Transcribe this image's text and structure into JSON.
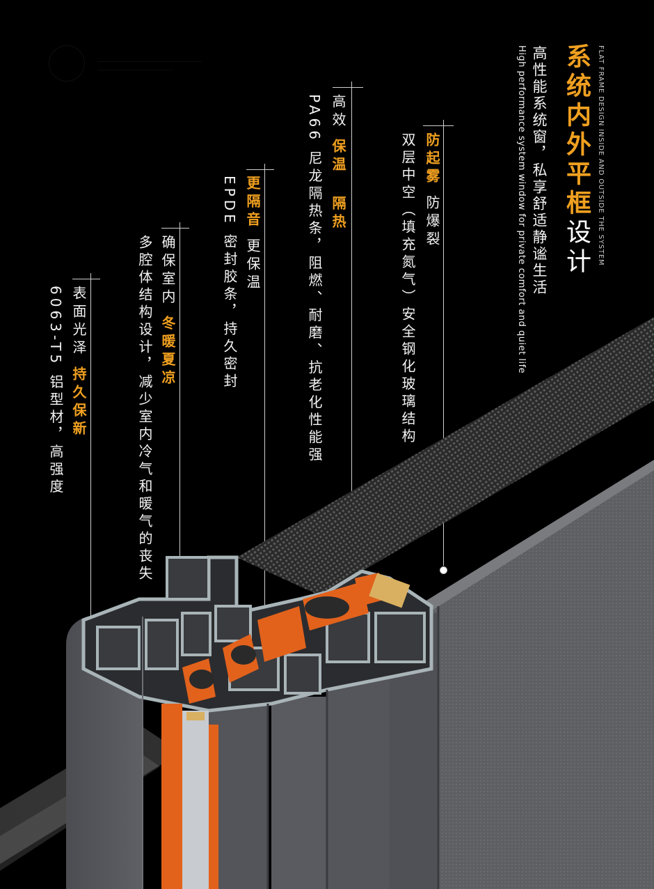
{
  "brand": {
    "logo_text": ""
  },
  "header": {
    "tag_en": "FLAT FRAME DESIGN INSIDE AND OUTSIDE THE SYSTEM",
    "title_bold": "系统内外平框",
    "title_light": "设计",
    "subtitle_cn": "高性能系统窗，私享舒适静谧生活",
    "subtitle_en": "High performance system window for private comfort and quiet life"
  },
  "features": [
    {
      "head_orange": "防起雾",
      "head_white": "防爆裂",
      "desc": "双层中空（填充氮气）安全钢化玻璃结构"
    },
    {
      "head_white": "高效",
      "head_orange": "保温 隔热",
      "desc": "PA66 尼龙隔热条，阻燃、耐磨、抗老化性能强"
    },
    {
      "head_orange": "更隔音",
      "head_white": "更保温",
      "desc": "EPDE 密封胶条，持久密封"
    },
    {
      "head_white": "确保室内",
      "head_orange": "冬暖夏凉",
      "desc": "多腔体结构设计，减少室内冷气和暖气的丧失"
    },
    {
      "head_white": "表面光泽",
      "head_orange": "持久保新",
      "desc": "6063-T5 铝型材，高强度"
    }
  ],
  "colors": {
    "background": "#000000",
    "accent": "#f0a020",
    "profile": "#5a5c61",
    "profile_light": "#9aa3a8",
    "insulation": "#e2621c"
  }
}
